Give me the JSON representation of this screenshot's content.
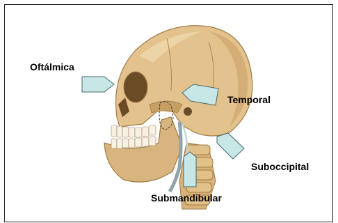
{
  "labels": {
    "oftalmica": "Oftálmica",
    "temporal": "Temporal",
    "suboccipital": "Suboccipital",
    "submandibular": "Submandibular"
  },
  "colors": {
    "arrow_fill": "#c7e6e6",
    "arrow_stroke": "#4a6a6a",
    "bone": "#e3c28e",
    "bone_shadow": "#b8915a",
    "border": "#222222"
  },
  "icons": {
    "pointer": "block-arrow",
    "anatomy": "skull-lateral-view"
  }
}
